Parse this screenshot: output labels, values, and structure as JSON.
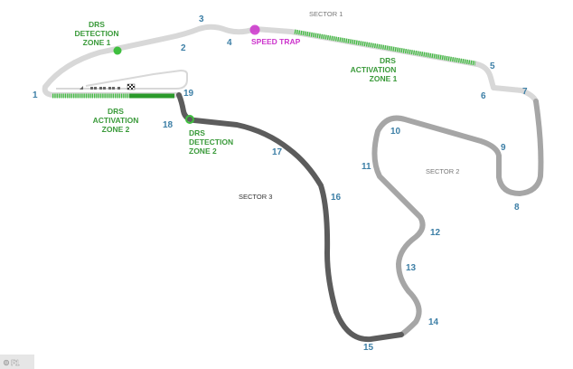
{
  "colors": {
    "sector1": "#d8d8d8",
    "sector2": "#a6a6a6",
    "sector3": "#5c5c5c",
    "drs_zone": "#3fbf3f",
    "drs_zone_dark": "#2a9a2a",
    "drs_label": "#3a9a3a",
    "speed_trap": "#cc33cc",
    "turn_number": "#3d7fa6",
    "sector_label": "#777777",
    "sector3_label": "#333333"
  },
  "sectors": {
    "s1": "SECTOR 1",
    "s2": "SECTOR 2",
    "s3": "SECTOR 3"
  },
  "drs": {
    "detection_1": [
      "DRS",
      "DETECTION",
      "ZONE 1"
    ],
    "activation_1": [
      "DRS",
      "ACTIVATION",
      "ZONE 1"
    ],
    "activation_2": [
      "DRS",
      "ACTIVATION",
      "ZONE 2"
    ],
    "detection_2": [
      "DRS",
      "DETECTION",
      "ZONE 2"
    ]
  },
  "speed_trap": "SPEED TRAP",
  "turns": [
    "1",
    "2",
    "3",
    "4",
    "5",
    "6",
    "7",
    "8",
    "9",
    "10",
    "11",
    "12",
    "13",
    "14",
    "15",
    "16",
    "17",
    "18",
    "19"
  ],
  "credit": "© F1",
  "icons": [
    "start-finish-grid-icon",
    "chequered-flag-icon",
    "copyright-icon"
  ]
}
